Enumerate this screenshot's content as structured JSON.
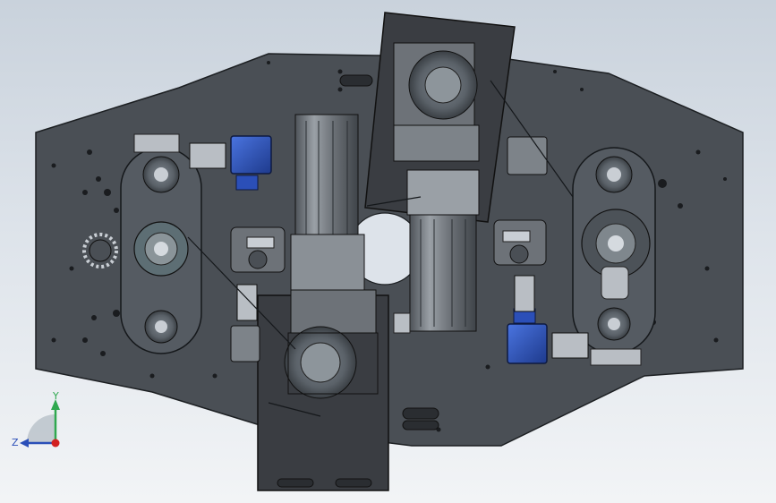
{
  "viewport": {
    "background_top": "#c9d2dc",
    "background_bottom": "#f2f4f6"
  },
  "colors": {
    "plate": "#4a4f55",
    "plate_edge": "#1c1f22",
    "dark_plate": "#3a3d42",
    "motor_body": "#6d7278",
    "motor_light": "#9aa0a6",
    "blue_part": "#2b4fb8",
    "hole": "#1a1c1f"
  },
  "triad": {
    "y_label": "Y",
    "z_label": "Z",
    "y_color": "#2fa84f",
    "z_color": "#2b4fb8",
    "origin_color": "#d22020"
  },
  "components": [
    {
      "name": "base-plate"
    },
    {
      "name": "left-gear-housing"
    },
    {
      "name": "right-gear-housing"
    },
    {
      "name": "upper-gearmotor-assembly"
    },
    {
      "name": "lower-gearmotor-assembly"
    },
    {
      "name": "left-blue-coupling"
    },
    {
      "name": "right-blue-coupling"
    }
  ]
}
